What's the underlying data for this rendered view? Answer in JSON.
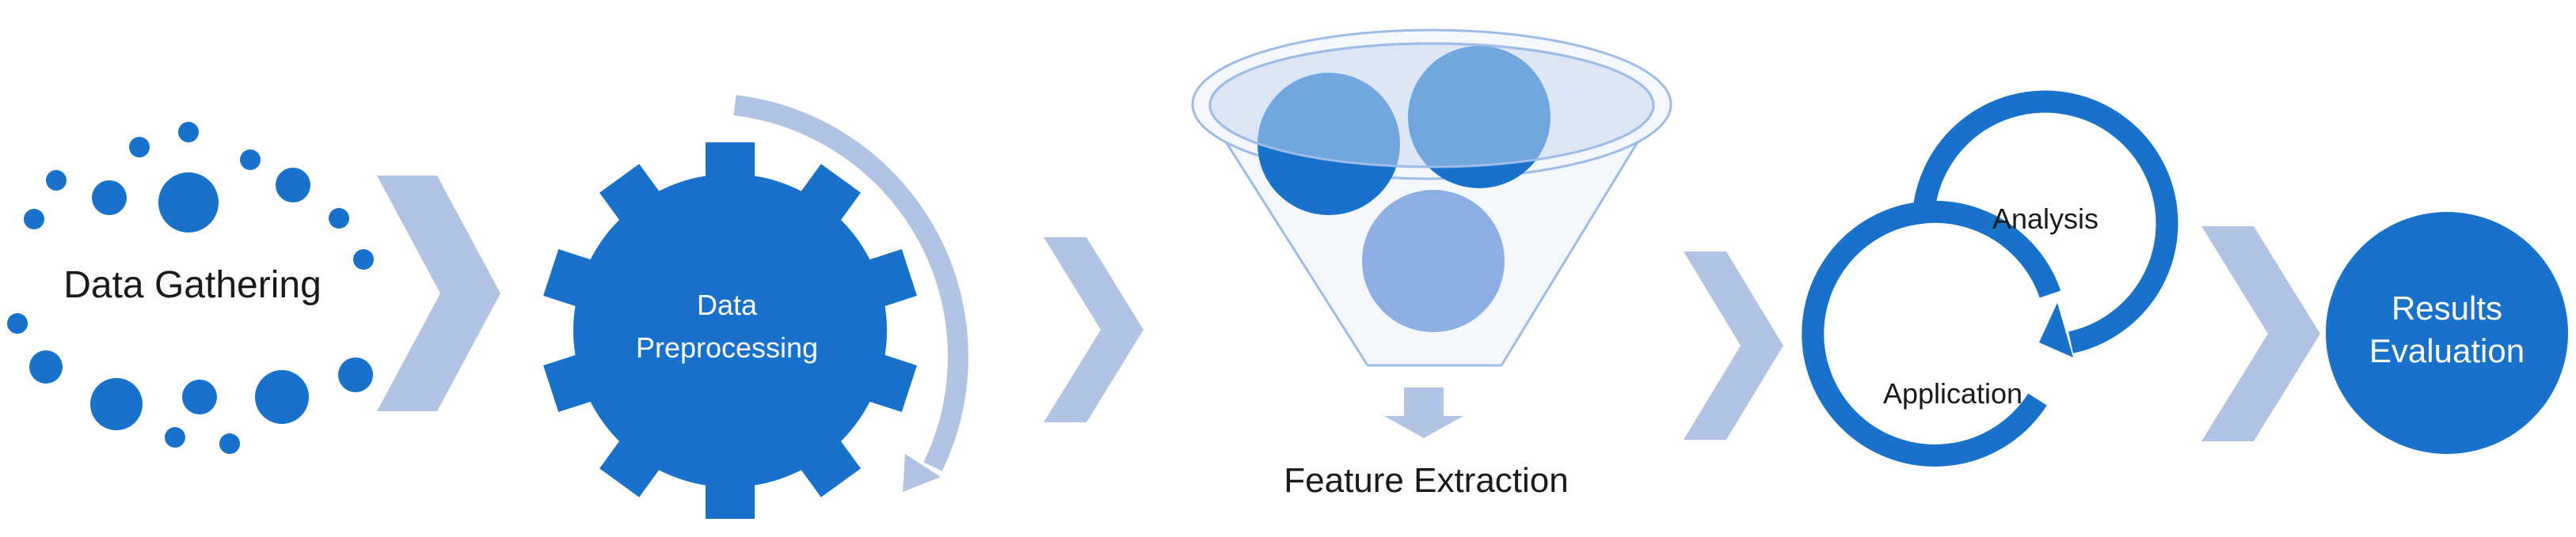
{
  "steps": {
    "gathering": {
      "label": "Data Gathering"
    },
    "preprocessing": {
      "label_line1": "Data",
      "label_line2": "Preprocessing"
    },
    "extraction": {
      "label": "Feature Extraction"
    },
    "cycle": {
      "top_label": "Analysis",
      "bottom_label": "Application"
    },
    "results": {
      "label_line1": "Results",
      "label_line2": "Evaluation"
    }
  },
  "icons": [
    "dot-ring-icon",
    "gear-icon",
    "funnel-icon",
    "cycle-arrows-icon",
    "circle-icon",
    "chevron-right-icon",
    "curved-arrow-icon",
    "down-arrow-icon"
  ],
  "colors": {
    "primary": "#1872CC",
    "secondary": "#8DB0E3",
    "chevron": "#B2C4E6",
    "funnel_fill": "#DDE6F5",
    "funnel_stroke": "#9DBCE8",
    "text_dark": "#1a1a1a",
    "text_light": "#ffffff"
  }
}
